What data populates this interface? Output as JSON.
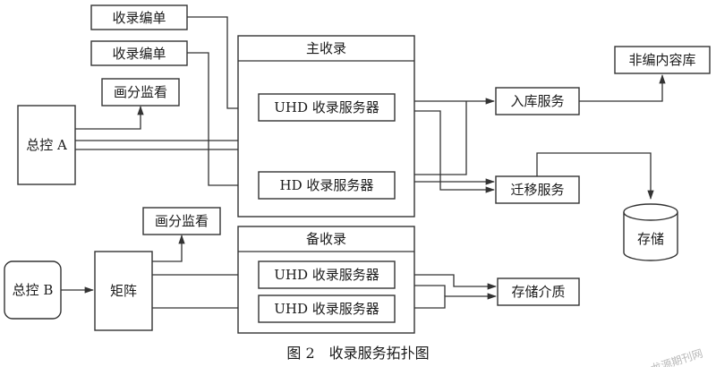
{
  "nodes": {
    "record_list_1": "收录编单",
    "record_list_2": "收录编单",
    "monitor_a": "画分监看",
    "control_a": "总控 A",
    "main_group": "主收录",
    "uhd_main": "UHD 收录服务器",
    "hd_main": "HD 收录服务器",
    "ingest": "入库服务",
    "nonlinear_lib": "非编内容库",
    "migrate": "迁移服务",
    "storage": "存储",
    "monitor_b": "画分监看",
    "control_b": "总控 B",
    "matrix": "矩阵",
    "backup_group": "备收录",
    "uhd_backup_1": "UHD 收录服务器",
    "uhd_backup_2": "UHD 收录服务器",
    "storage_media": "存储介质"
  },
  "caption": "图 2　收录服务拓扑图",
  "watermark": "龙源期刊网"
}
